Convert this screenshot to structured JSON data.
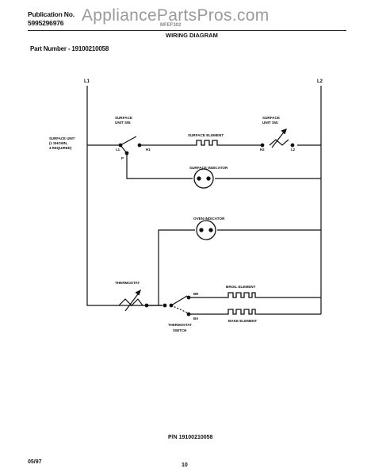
{
  "header": {
    "publication_label": "Publication No.",
    "publication_number": "5995296976",
    "watermark": "AppliancePartsPros.com",
    "model": "MFEF302",
    "title": "WIRING DIAGRAM",
    "part_number": "Part Number - 19100210058"
  },
  "diagram": {
    "terminal_l1": "L1",
    "terminal_l2": "L2",
    "surface_unit_sw_left": [
      "SURFACE",
      "UNIT SW."
    ],
    "surface_unit_sw_right": [
      "SURFACE",
      "UNIT SW."
    ],
    "surface_unit_note": [
      "SURFACE UNIT",
      "(1 SHOWN,",
      "4 REQUIRED)"
    ],
    "surface_element": "SURFACE ELEMENT",
    "surface_indicator": "SURFACE INDICATOR",
    "oven_indicator": "OVEN INDICATOR",
    "thermostat": "THERMOSTAT",
    "thermostat_switch": [
      "THERMOSTAT",
      "SWITCH"
    ],
    "broil_element": "BROIL ELEMENT",
    "bake_element": "BAKE ELEMENT",
    "term_l1_switch": "L1",
    "term_h1": "H1",
    "term_p": "P",
    "term_h2": "H2",
    "term_l2_switch": "L2",
    "term_br": "BR",
    "term_ba": "BA"
  },
  "footer": {
    "pn": "P/N  19100210058",
    "date": "05/97",
    "page": "10"
  }
}
